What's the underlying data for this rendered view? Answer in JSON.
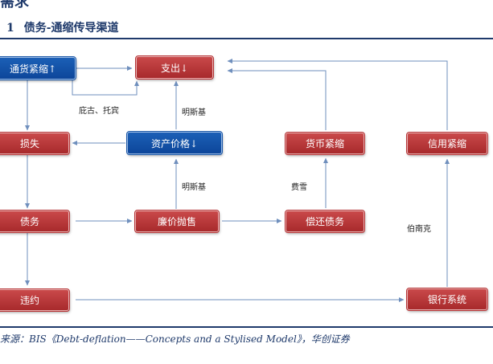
{
  "page": {
    "heading_fragment": "需求",
    "figure_number": "1",
    "figure_title": "债务-通缩传导渠道",
    "source": "来源：BIS《Debt-deflation——Concepts and a Stylised Model》，华创证券"
  },
  "nodes": {
    "deflation": "通货紧缩↑",
    "spending": "支出↓",
    "asset_prices": "资产价格↓",
    "loss": "损失",
    "debt": "债务",
    "fire_sale": "廉价抛售",
    "repay_debt": "偿还债务",
    "monetary_tightening": "货币紧缩",
    "credit_tightening": "信用紧缩",
    "default": "违约",
    "banking_system": "银行系统"
  },
  "labels": {
    "pigou_tobin": "庇古、托宾",
    "minsky_top": "明斯基",
    "minsky_mid": "明斯基",
    "fisher": "费雪",
    "bernanke": "伯南克"
  },
  "colors": {
    "node_red": "#b53436",
    "node_blue": "#1a56a6",
    "arrow": "#6f8fbd",
    "title": "#1f3a6b"
  }
}
